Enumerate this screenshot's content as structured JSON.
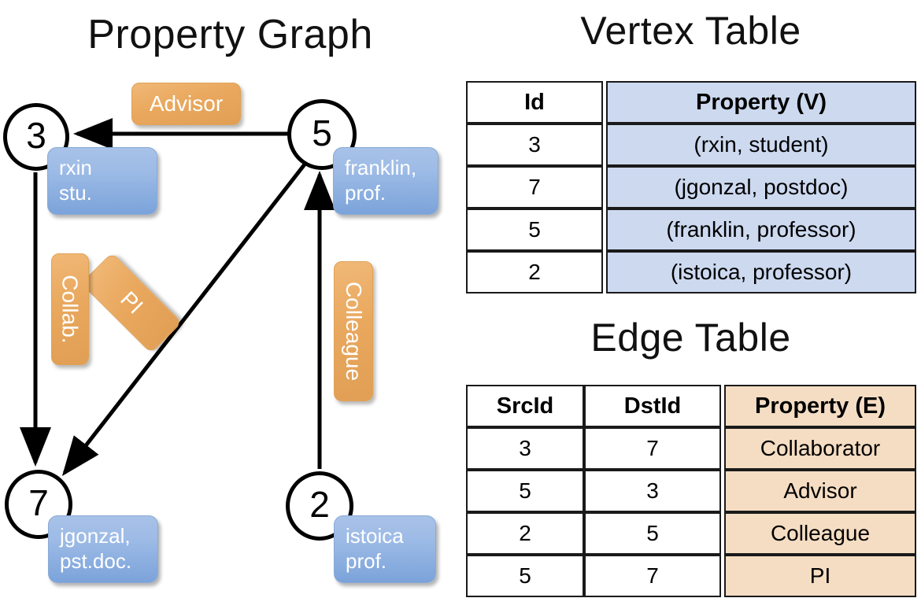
{
  "titles": {
    "property_graph": "Property Graph",
    "vertex_table": "Vertex Table",
    "edge_table": "Edge Table"
  },
  "graph": {
    "nodes": [
      {
        "id": "3",
        "name": "rxin",
        "role": "stu.",
        "line1": "rxin",
        "line2": "stu."
      },
      {
        "id": "5",
        "name": "franklin",
        "role": "prof.",
        "line1": "franklin,",
        "line2": "prof."
      },
      {
        "id": "7",
        "name": "jgonzal",
        "role": "pst.doc.",
        "line1": "jgonzal,",
        "line2": "pst.doc."
      },
      {
        "id": "2",
        "name": "istoica",
        "role": "prof.",
        "line1": "istoica",
        "line2": "prof."
      }
    ],
    "edge_labels": [
      {
        "label": "Advisor",
        "src": "5",
        "dst": "3"
      },
      {
        "label": "Collab.",
        "src": "3",
        "dst": "7"
      },
      {
        "label": "PI",
        "src": "5",
        "dst": "7"
      },
      {
        "label": "Colleague",
        "src": "2",
        "dst": "5"
      }
    ]
  },
  "vertex_table": {
    "headers": {
      "id": "Id",
      "property": "Property (V)"
    },
    "rows": [
      {
        "id": "3",
        "property": "(rxin, student)"
      },
      {
        "id": "7",
        "property": "(jgonzal, postdoc)"
      },
      {
        "id": "5",
        "property": "(franklin, professor)"
      },
      {
        "id": "2",
        "property": "(istoica, professor)"
      }
    ]
  },
  "edge_table": {
    "headers": {
      "src": "SrcId",
      "dst": "DstId",
      "property": "Property (E)"
    },
    "rows": [
      {
        "src": "3",
        "dst": "7",
        "property": "Collaborator"
      },
      {
        "src": "5",
        "dst": "3",
        "property": "Advisor"
      },
      {
        "src": "2",
        "dst": "5",
        "property": "Colleague"
      },
      {
        "src": "5",
        "dst": "7",
        "property": "PI"
      }
    ]
  },
  "colors": {
    "vertex_property_fill": "#ccd9ef",
    "edge_property_fill": "#f5ddc3",
    "node_box_blue": "#8fb0e0",
    "edge_label_orange": "#e9a85e",
    "stroke": "#000000"
  }
}
